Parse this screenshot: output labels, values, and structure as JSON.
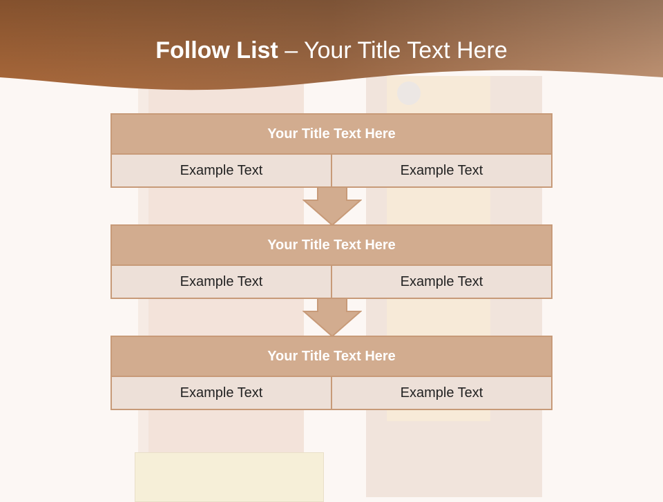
{
  "header": {
    "title_bold": "Follow List",
    "title_rest": " – Your Title Text Here"
  },
  "steps": [
    {
      "title": "Your Title Text Here",
      "cells": [
        "Example Text",
        "Example Text"
      ]
    },
    {
      "title": "Your Title Text Here",
      "cells": [
        "Example Text",
        "Example Text"
      ]
    },
    {
      "title": "Your Title Text Here",
      "cells": [
        "Example Text",
        "Example Text"
      ]
    }
  ],
  "colors": {
    "header_brown": "#b57a4c",
    "box_title_bg": "#d2ac8f",
    "box_cell_bg": "#ede0d8",
    "border": "#c79a78"
  }
}
